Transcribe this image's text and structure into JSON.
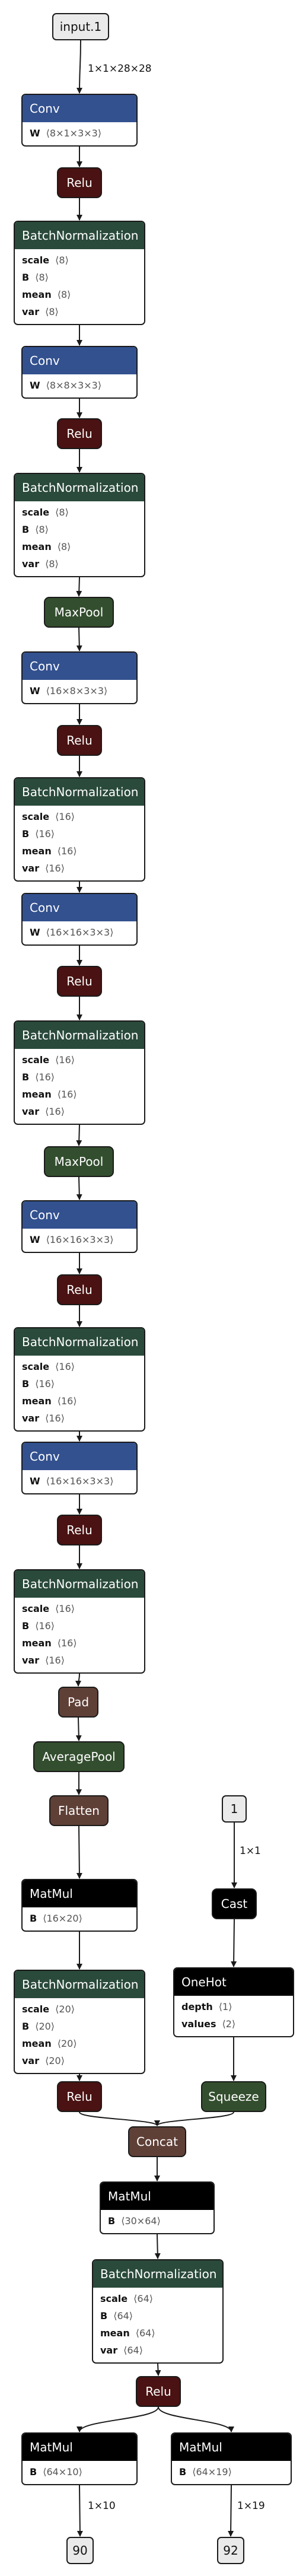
{
  "input": {
    "label": "input.1",
    "shape": "1×1×28×28"
  },
  "conv_blocks": [
    {
      "conv_title": "Conv",
      "w_key": "W",
      "w_val": "⟨8×1×3×3⟩",
      "relu": "Relu",
      "bn_title": "BatchNormalization",
      "scale": "⟨8⟩",
      "B": "⟨8⟩",
      "mean": "⟨8⟩",
      "var": "⟨8⟩"
    },
    {
      "conv_title": "Conv",
      "w_key": "W",
      "w_val": "⟨8×8×3×3⟩",
      "relu": "Relu",
      "bn_title": "BatchNormalization",
      "scale": "⟨8⟩",
      "B": "⟨8⟩",
      "mean": "⟨8⟩",
      "var": "⟨8⟩"
    },
    {
      "conv_title": "Conv",
      "w_key": "W",
      "w_val": "⟨16×8×3×3⟩",
      "relu": "Relu",
      "bn_title": "BatchNormalization",
      "scale": "⟨16⟩",
      "B": "⟨16⟩",
      "mean": "⟨16⟩",
      "var": "⟨16⟩"
    },
    {
      "conv_title": "Conv",
      "w_key": "W",
      "w_val": "⟨16×16×3×3⟩",
      "relu": "Relu",
      "bn_title": "BatchNormalization",
      "scale": "⟨16⟩",
      "B": "⟨16⟩",
      "mean": "⟨16⟩",
      "var": "⟨16⟩"
    },
    {
      "conv_title": "Conv",
      "w_key": "W",
      "w_val": "⟨16×16×3×3⟩",
      "relu": "Relu",
      "bn_title": "BatchNormalization",
      "scale": "⟨16⟩",
      "B": "⟨16⟩",
      "mean": "⟨16⟩",
      "var": "⟨16⟩"
    },
    {
      "conv_title": "Conv",
      "w_key": "W",
      "w_val": "⟨16×16×3×3⟩",
      "relu": "Relu",
      "bn_title": "BatchNormalization",
      "scale": "⟨16⟩",
      "B": "⟨16⟩",
      "mean": "⟨16⟩",
      "var": "⟨16⟩"
    }
  ],
  "attr_keys": {
    "scale": "scale",
    "B": "B",
    "mean": "mean",
    "var": "var",
    "depth": "depth",
    "values": "values"
  },
  "maxpool": "MaxPool",
  "pad": "Pad",
  "avgpool": "AveragePool",
  "flatten": "Flatten",
  "matmul1": {
    "title": "MatMul",
    "B": "⟨16×20⟩"
  },
  "bn_left": {
    "title": "BatchNormalization",
    "scale": "⟨20⟩",
    "B": "⟨20⟩",
    "mean": "⟨20⟩",
    "var": "⟨20⟩"
  },
  "relu_left": "Relu",
  "input2": {
    "label": "1",
    "shape": "1×1"
  },
  "cast": "Cast",
  "onehot": {
    "title": "OneHot",
    "depth": "⟨1⟩",
    "values": "⟨2⟩"
  },
  "squeeze": "Squeeze",
  "concat": "Concat",
  "matmul2": {
    "title": "MatMul",
    "B": "⟨30×64⟩"
  },
  "bn_final": {
    "title": "BatchNormalization",
    "scale": "⟨64⟩",
    "B": "⟨64⟩",
    "mean": "⟨64⟩",
    "var": "⟨64⟩"
  },
  "relu_final": "Relu",
  "matmul_out1": {
    "title": "MatMul",
    "B": "⟨64×10⟩"
  },
  "matmul_out2": {
    "title": "MatMul",
    "B": "⟨64×19⟩"
  },
  "out1": {
    "label": "90",
    "shape": "1×10"
  },
  "out2": {
    "label": "92",
    "shape": "1×19"
  }
}
